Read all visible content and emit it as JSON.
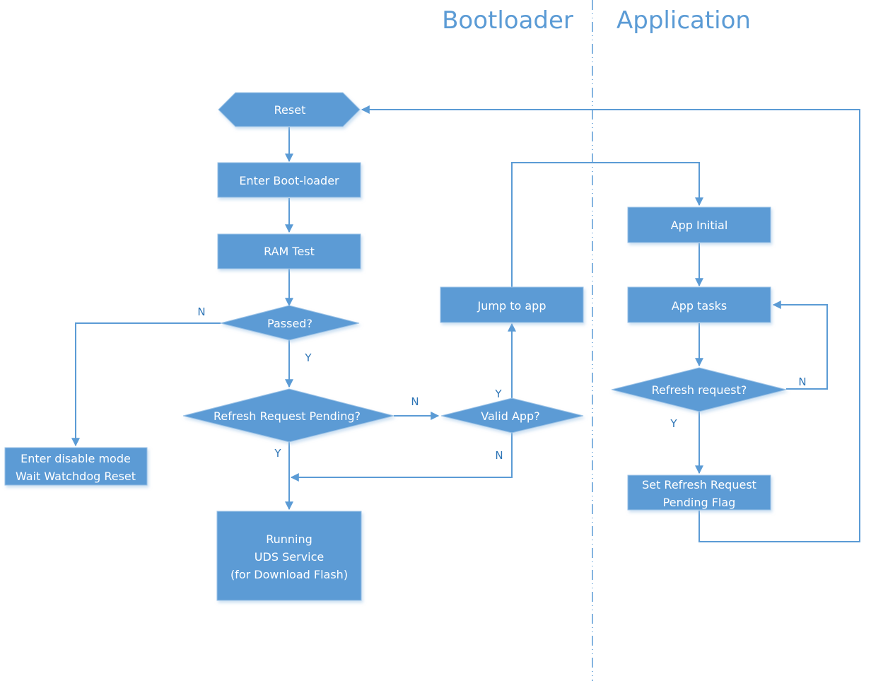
{
  "lanes": {
    "left_title": "Bootloader",
    "right_title": "Application"
  },
  "nodes": {
    "reset": "Reset",
    "enter_bootloader": "Enter Boot-loader",
    "ram_test": "RAM Test",
    "passed": "Passed?",
    "refresh_pending": "Refresh Request Pending?",
    "disable_mode": [
      "Enter disable mode",
      "Wait Watchdog Reset"
    ],
    "running_uds": [
      "Running",
      "UDS Service",
      "(for Download Flash)"
    ],
    "valid_app": "Valid App?",
    "jump_to_app": "Jump to app",
    "app_initial": "App Initial",
    "app_tasks": "App tasks",
    "refresh_request": "Refresh request?",
    "set_flag": [
      "Set Refresh Request",
      "Pending Flag"
    ]
  },
  "edge_labels": {
    "passed_no": "N",
    "passed_yes": "Y",
    "pending_no": "N",
    "pending_yes": "Y",
    "valid_yes": "Y",
    "valid_no": "N",
    "refresh_no": "N",
    "refresh_yes": "Y"
  },
  "colors": {
    "shape_fill": "#5B9BD5",
    "line": "#5B9BD5",
    "text_on_shape": "#FFFFFF",
    "label": "#2E75B6"
  }
}
